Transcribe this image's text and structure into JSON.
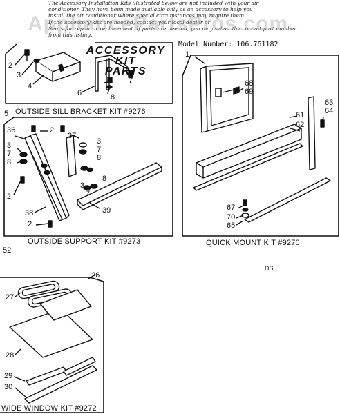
{
  "intro_lines": [
    "The Accessory Installation Kits illustrated below are not included with your air",
    "conditioner. They have been made available only as an accessory to help you",
    "install the air conditioner where special circumstances may require them.",
    "If the accessory kits are needed, contact your local dealer or",
    "Sears for repair or replacement. If parts are needed, you may select the correct part number",
    "from this listing."
  ],
  "watermark": "AppliancePartsPros.com",
  "model_number": "Model Number: 106.761182",
  "accessory_title": [
    "ACCESSORY",
    "KIT",
    "PARTS"
  ],
  "captions": {
    "sill": "OUTSIDE SILL BRACKET KIT #9276",
    "support": "OUTSIDE SUPPORT KIT #9273",
    "quick": "QUICK MOUNT KIT #9270",
    "wide": "WIDE WINDOW KIT #9272"
  },
  "ds_mark": "DS",
  "refs": {
    "sill": [
      "2",
      "3",
      "4",
      "6",
      "7",
      "8",
      "5"
    ],
    "support": [
      "36",
      "2",
      "37",
      "3",
      "7",
      "8",
      "3",
      "7",
      "8",
      "2",
      "3",
      "7",
      "8",
      "38",
      "2",
      "39",
      "52"
    ],
    "quick": [
      "1",
      "68",
      "69",
      "61",
      "62",
      "63",
      "64",
      "67",
      "70",
      "65"
    ],
    "wide": [
      "26",
      "27",
      "28",
      "29",
      "30"
    ]
  }
}
